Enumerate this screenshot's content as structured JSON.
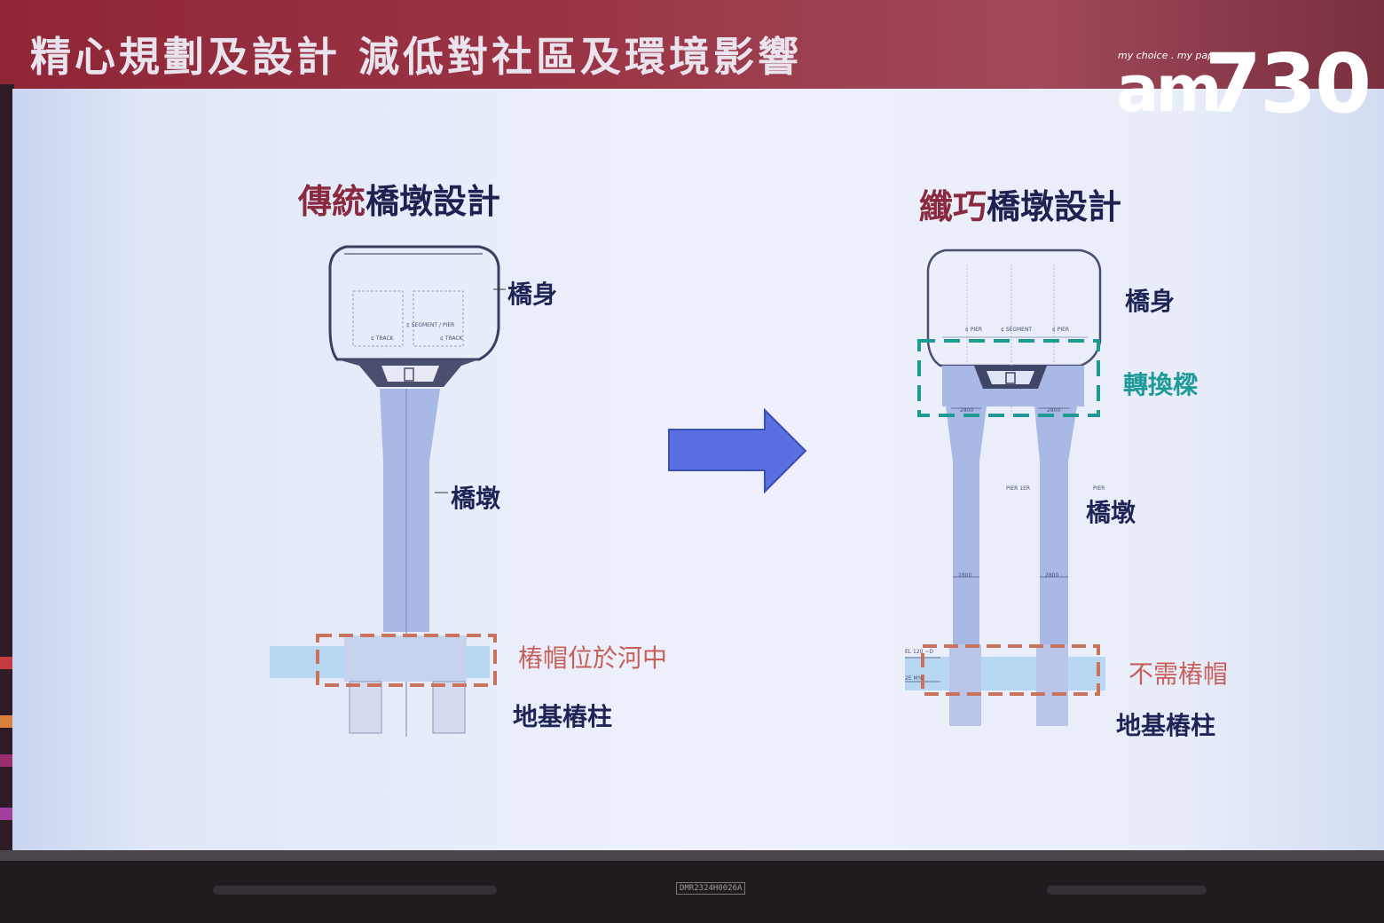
{
  "banner": {
    "headline": "精心規劃及設計  減低對社區及環境影響"
  },
  "logo": {
    "tagline": "my choice . my paper",
    "brand_am": "am",
    "brand_num": "730"
  },
  "monitor": {
    "model_label": "DMR2324H0026A"
  },
  "left_diagram": {
    "heading_accent": "傳統",
    "heading_rest": "橋墩設計",
    "deck_label": "橋身",
    "pier_label": "橋墩",
    "pilecap_label": "樁帽位於河中",
    "pile_label": "地基樁柱"
  },
  "right_diagram": {
    "heading_accent": "纖巧",
    "heading_rest": "橋墩設計",
    "deck_label": "橋身",
    "transfer_label": "轉換樑",
    "pier_label": "橋墩",
    "no_pilecap_label": "不需樁帽",
    "pile_label": "地基樁柱"
  },
  "drawing_notes": {
    "track_left": "¢ TRACK",
    "segment_pier": "¢ SEGMENT / PIER",
    "track_right": "¢ TRACK",
    "pier_left": "¢ PIER",
    "segment": "¢ SEGMENT",
    "pier_right": "¢ PIER",
    "dim_2800": "2800",
    "dim_2800b": "2800",
    "dim_2800c": "2800",
    "dim_2800d": "2800",
    "pier_tag": "PIER 1ER",
    "pier_tag2": "PIER",
    "level_1": "EL 120 ~D",
    "level_2": "2E M%"
  },
  "colors": {
    "banner": "#9a3444",
    "arrow": "#5a6fe0",
    "dashed_red": "#c9735f",
    "dashed_teal": "#1f9a92",
    "pier_fill": "#a9b9e6"
  }
}
